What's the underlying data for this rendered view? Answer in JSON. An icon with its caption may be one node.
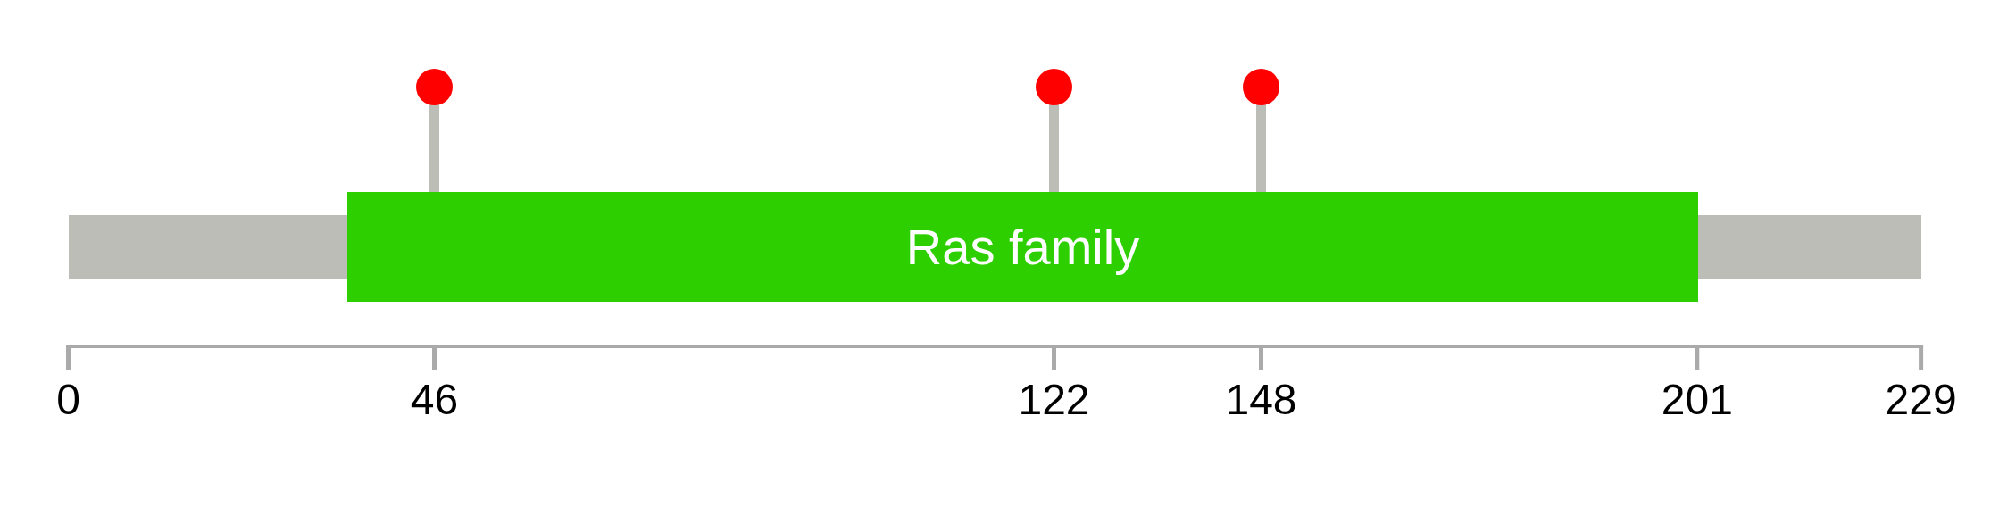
{
  "diagram": {
    "nodes": [
      {
        "text": [],
        "shape": "bar"
      },
      {
        "text": [
          "Ras family"
        ]
      },
      {
        "text": [],
        "shape": "bar"
      },
      {
        "text": [],
        "shape": "circle"
      },
      {
        "text": [],
        "shape": "circle"
      },
      {
        "text": [],
        "shape": "circle"
      }
    ],
    "edges": [
      {
        "from": 3,
        "to": 1,
        "arrow": "none"
      },
      {
        "from": 4,
        "to": 1,
        "arrow": "none"
      },
      {
        "from": 5,
        "to": 1,
        "arrow": "none"
      }
    ],
    "labels": [
      "0",
      "46",
      "122",
      "148",
      "201",
      "229"
    ]
  }
}
